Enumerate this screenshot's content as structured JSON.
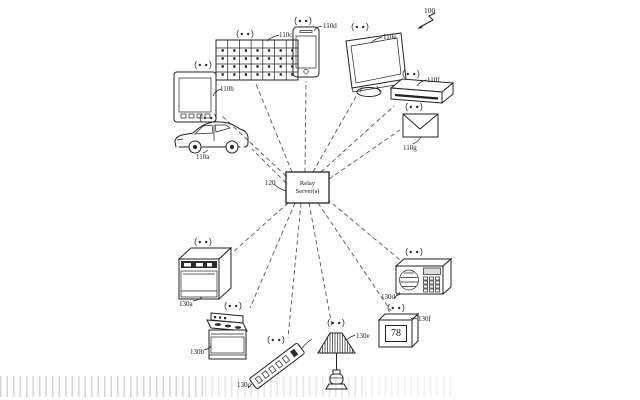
{
  "figure": {
    "ref": "100"
  },
  "relay_server": {
    "ref": "120",
    "label_line1": "Relay",
    "label_line2": "Server(s)"
  },
  "client_devices": {
    "car": {
      "ref": "110a"
    },
    "tablet": {
      "ref": "110b"
    },
    "calendar": {
      "ref": "110c"
    },
    "smartphone": {
      "ref": "110d"
    },
    "monitor": {
      "ref": "110e"
    },
    "media_player": {
      "ref": "110f"
    },
    "mail": {
      "ref": "110g"
    }
  },
  "controlled_devices": {
    "dishwasher": {
      "ref": "130a"
    },
    "stove": {
      "ref": "130b"
    },
    "power_strip": {
      "ref": "130c"
    },
    "radio": {
      "ref": "130d"
    },
    "lamp": {
      "ref": "130e"
    },
    "thermostat": {
      "ref": "130f",
      "display_value": "78"
    }
  },
  "colors": {
    "ink": "#222222",
    "background": "#ffffff"
  }
}
